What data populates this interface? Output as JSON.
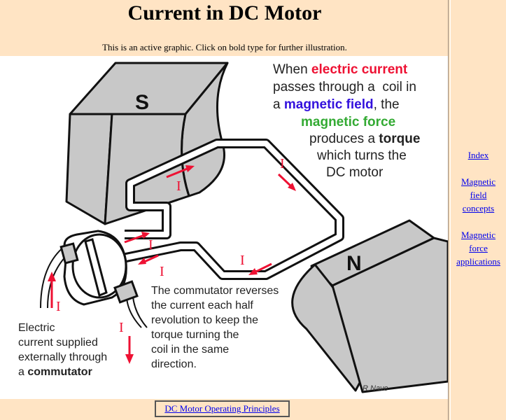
{
  "page": {
    "title": "Current in DC Motor",
    "subtitle": "This is an active graphic. Click on bold type for further illustration."
  },
  "figure": {
    "pole_south": "S",
    "pole_north": "N",
    "current_symbol": "I",
    "credit": "R Nave",
    "intro": {
      "line1_a": "When ",
      "line1_b": "electric current",
      "line2": "passes through a  coil in",
      "line3_a": "a ",
      "line3_b": "magnetic field",
      "line3_c": ", the",
      "line4": "magnetic force",
      "line5_a": "produces a ",
      "line5_b": "torque",
      "line6": "which turns the",
      "line7": "DC motor"
    },
    "commutator_note": [
      "The commutator reverses",
      "the current each half",
      "revolution to keep the",
      "torque turning the",
      "coil in the same",
      "direction."
    ],
    "supply_note": {
      "line1": "Electric",
      "line2": "current supplied",
      "line3": "externally through",
      "line4_a": "a ",
      "line4_b": "commutator"
    },
    "colors": {
      "current": "#ee1133",
      "field": "#3311dd",
      "force": "#33aa33",
      "magnet": "#c8c8c8",
      "text": "#222222"
    }
  },
  "sidebar": {
    "index": "Index",
    "field_1": "Magnetic",
    "field_2": "field",
    "field_3": "concepts",
    "force_1": "Magnetic",
    "force_2": "force",
    "force_3": "applications"
  },
  "bottom_link": "DC Motor Operating Principles"
}
